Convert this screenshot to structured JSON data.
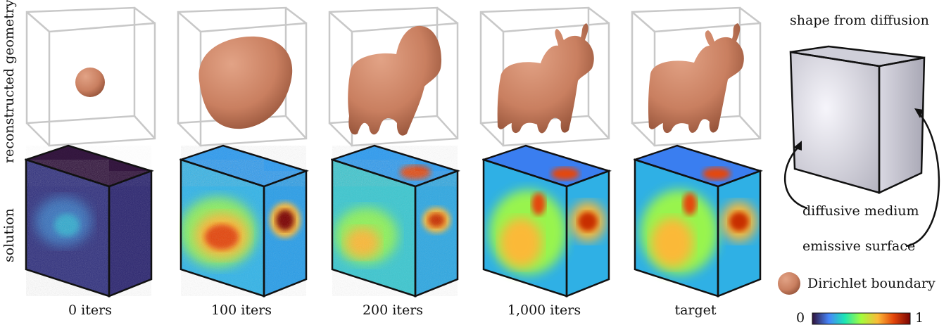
{
  "row_labels": {
    "geometry": "reconstructed geometry",
    "solution": "solution"
  },
  "columns": [
    {
      "label": "0 iters"
    },
    {
      "label": "100 iters"
    },
    {
      "label": "200 iters"
    },
    {
      "label": "1,000 iters"
    },
    {
      "label": "target"
    }
  ],
  "legend": {
    "title": "shape from diffusion",
    "medium_label": "diffusive medium",
    "surface_label": "emissive surface",
    "boundary_label": "Dirichlet boundary",
    "colorbar_min": "0",
    "colorbar_max": "1"
  },
  "colors": {
    "shape": "#c97f60",
    "box_edge": "#c8c8c8",
    "colormap": [
      "#30123b",
      "#4686fb",
      "#1be5b5",
      "#a4fc3c",
      "#fbb938",
      "#e4460a",
      "#7a0403"
    ]
  }
}
